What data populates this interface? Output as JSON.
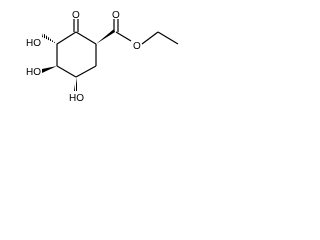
{
  "molecule": {
    "atom_labels": {
      "ketone_oxygen": "O",
      "carbonyl_oxygen": "O",
      "ester_oxygen": "O",
      "hydroxyl_top": "HO",
      "hydroxyl_mid": "HO",
      "hydroxyl_bottom": "HO"
    }
  }
}
